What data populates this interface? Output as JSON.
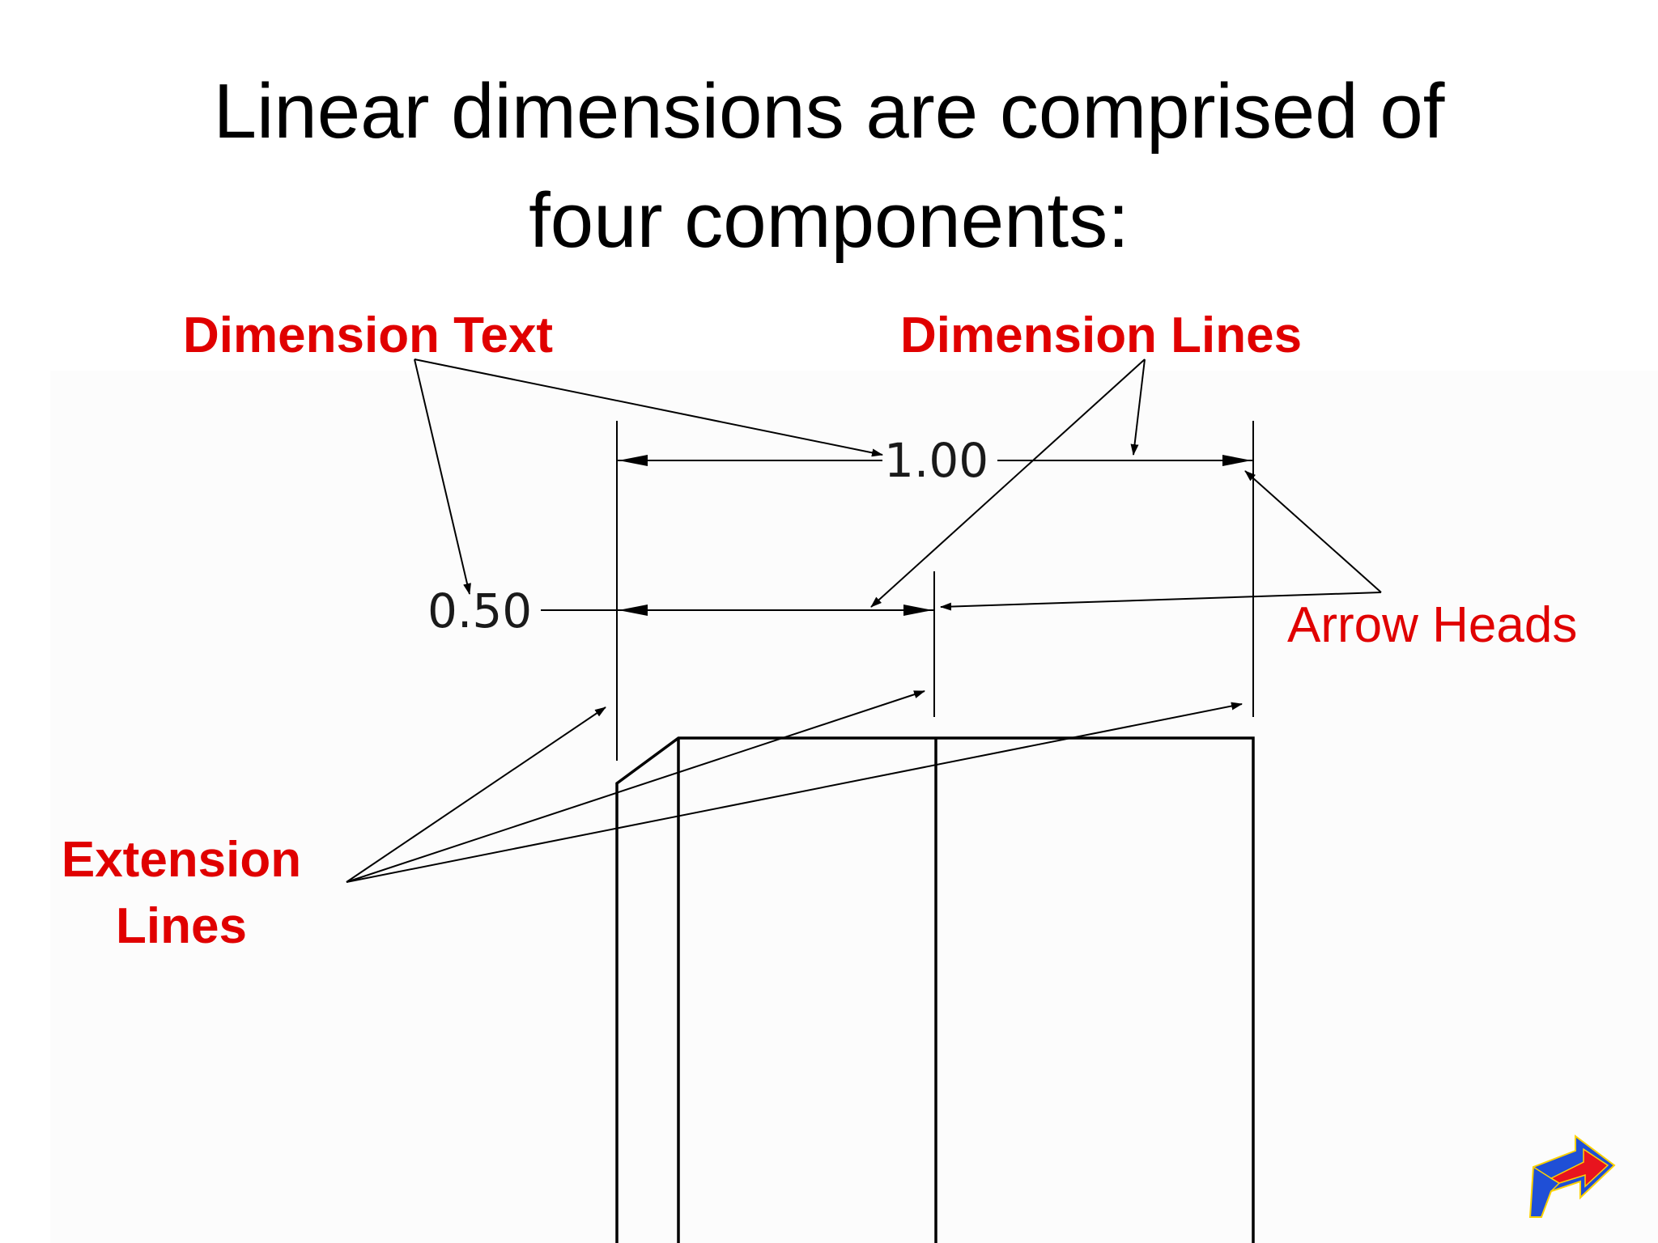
{
  "title": {
    "line1": "Linear dimensions are comprised of",
    "line2": "four components:"
  },
  "labels": {
    "dimension_text": "Dimension Text",
    "dimension_lines": "Dimension Lines",
    "arrow_heads": "Arrow Heads",
    "extension_lines_1": "Extension",
    "extension_lines_2": "Lines"
  },
  "dimensions": {
    "overall": "1.00",
    "partial": "0.50"
  },
  "colors": {
    "label_red": "#e00000",
    "line_black": "#000000",
    "logo_blue": "#1f4fd6",
    "logo_red": "#e8141e"
  },
  "icons": {
    "logo": "ptc-arrow-logo-icon"
  }
}
